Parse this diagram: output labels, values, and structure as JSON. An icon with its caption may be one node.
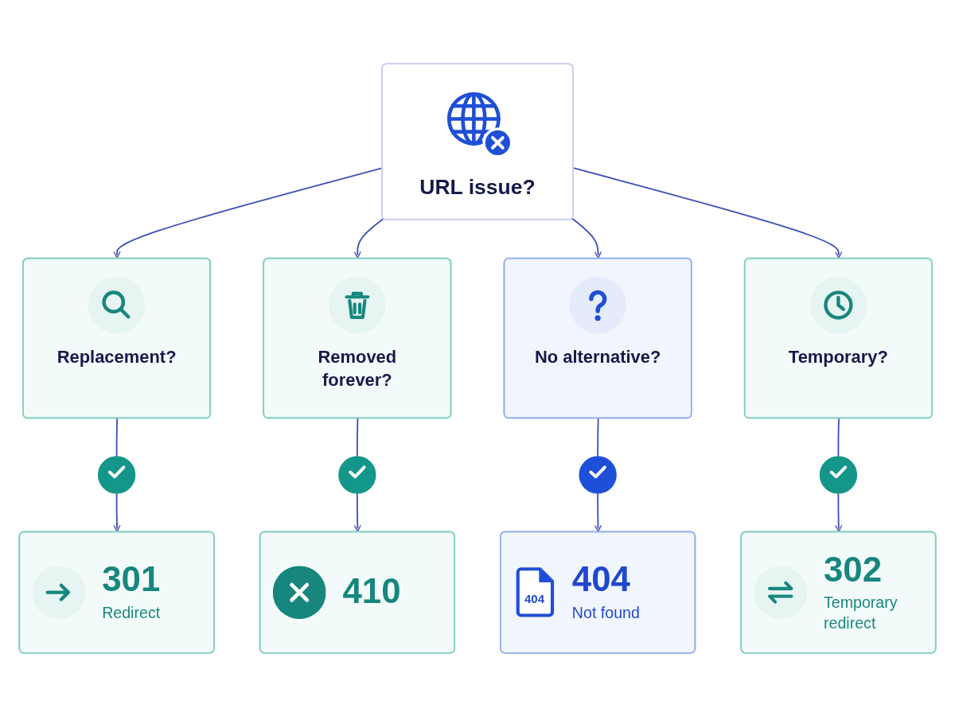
{
  "diagram": {
    "nodes": [
      {
        "text": [
          "URL issue?"
        ]
      },
      {
        "text": [
          "Replacement?"
        ]
      },
      {
        "text": [
          "Removed forever?"
        ]
      },
      {
        "text": [
          "No alternative?"
        ]
      },
      {
        "text": [
          "Temporary?"
        ]
      },
      {
        "text": [],
        "shape": "circle"
      },
      {
        "text": [],
        "shape": "circle"
      },
      {
        "text": [],
        "shape": "circle"
      },
      {
        "text": [],
        "shape": "circle"
      },
      {
        "text": [
          "301",
          "Redirect"
        ]
      },
      {
        "text": [
          "410"
        ]
      },
      {
        "text": [
          "404",
          "404",
          "Not found"
        ]
      },
      {
        "text": [
          "302",
          "Temporary redirect"
        ]
      }
    ],
    "edges": [
      {
        "from": 0,
        "to": 1,
        "arrow": "to"
      },
      {
        "from": 0,
        "to": 2,
        "arrow": "to"
      },
      {
        "from": 0,
        "to": 3,
        "arrow": "to"
      },
      {
        "from": 0,
        "to": 4,
        "arrow": "to"
      },
      {
        "from": 1,
        "to": 5,
        "arrow": "none"
      },
      {
        "from": 5,
        "to": 9,
        "arrow": "to"
      },
      {
        "from": 2,
        "to": 6,
        "arrow": "none"
      },
      {
        "from": 6,
        "to": 10,
        "arrow": "to"
      },
      {
        "from": 3,
        "to": 7,
        "arrow": "none"
      },
      {
        "from": 7,
        "to": 11,
        "arrow": "to"
      },
      {
        "from": 4,
        "to": 8,
        "arrow": "none"
      },
      {
        "from": 8,
        "to": 12,
        "arrow": "to"
      }
    ]
  }
}
